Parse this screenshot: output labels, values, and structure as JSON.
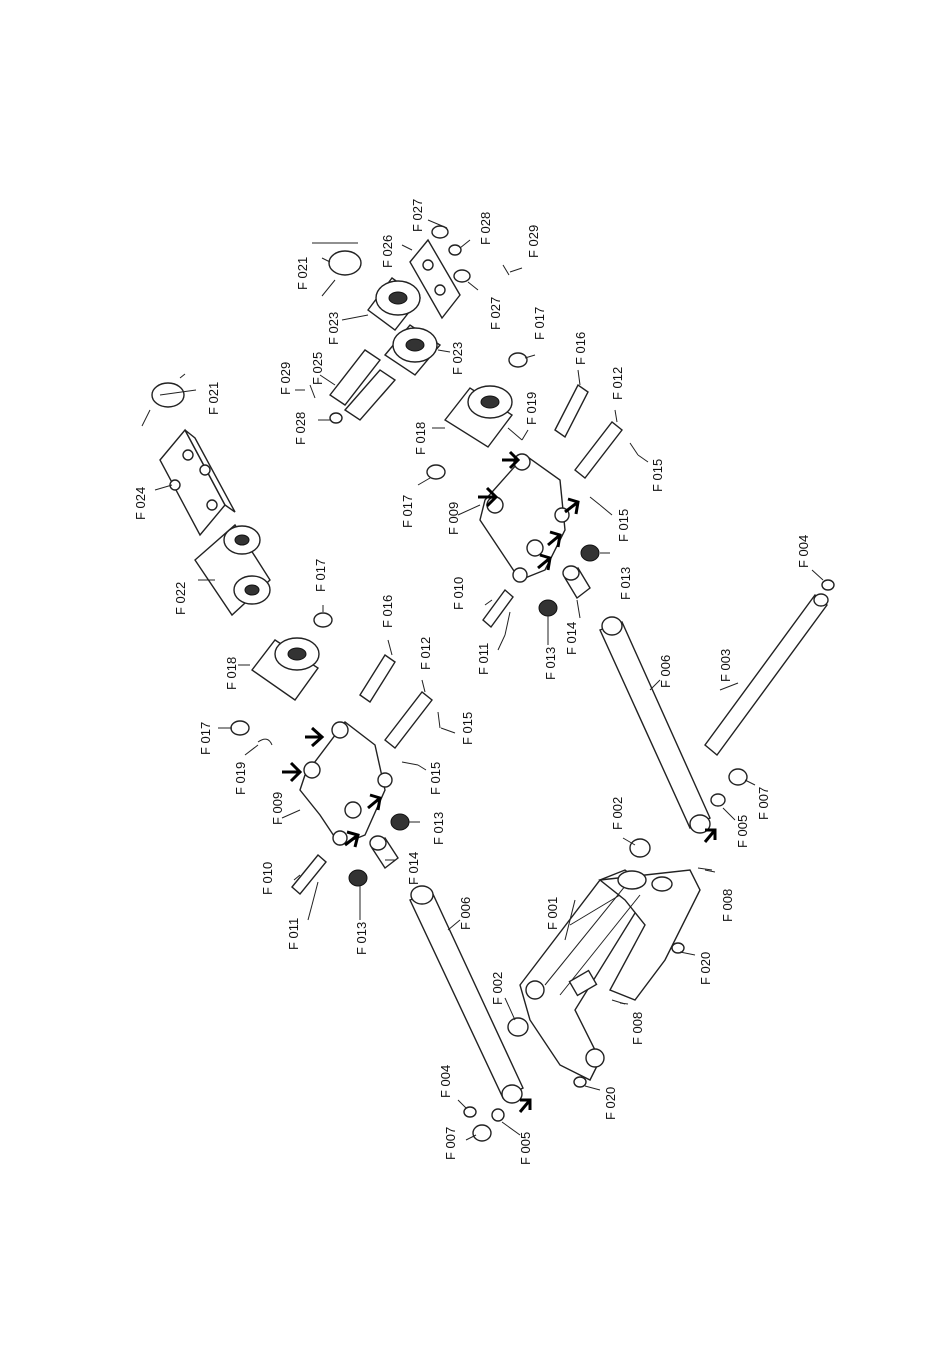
{
  "labels": {
    "l01": "F 001",
    "l02": "F 002",
    "l03": "F 002",
    "l04": "F 003",
    "l05": "F 004",
    "l06": "F 004",
    "l07": "F 005",
    "l08": "F 005",
    "l09": "F 006",
    "l10": "F 006",
    "l11": "F 007",
    "l12": "F 007",
    "l13": "F 008",
    "l14": "F 008",
    "l15": "F 009",
    "l16": "F 009",
    "l17": "F 010",
    "l18": "F 010",
    "l19": "F 011",
    "l20": "F 011",
    "l21": "F 012",
    "l22": "F 012",
    "l23": "F 013",
    "l24": "F 013",
    "l25": "F 013",
    "l26": "F 013",
    "l27": "F 014",
    "l28": "F 014",
    "l29": "F 015",
    "l30": "F 015",
    "l31": "F 015",
    "l32": "F 015",
    "l33": "F 016",
    "l34": "F 016",
    "l35": "F 017",
    "l36": "F 017",
    "l37": "F 017",
    "l38": "F 017",
    "l39": "F 018",
    "l40": "F 018",
    "l41": "F 019",
    "l42": "F 019",
    "l43": "F 020",
    "l44": "F 020",
    "l45": "F 021",
    "l46": "F 021",
    "l47": "F 022",
    "l48": "F 023",
    "l49": "F 023",
    "l50": "F 024",
    "l51": "F 025",
    "l52": "F 026",
    "l53": "F 027",
    "l54": "F 027",
    "l55": "F 028",
    "l56": "F 028",
    "l57": "F 029",
    "l58": "F 029"
  }
}
